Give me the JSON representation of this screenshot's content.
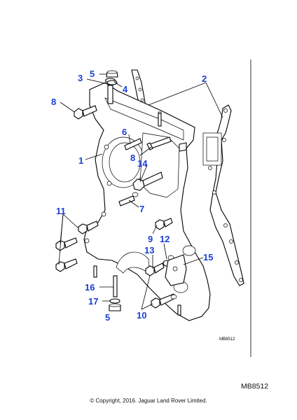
{
  "figure": {
    "drawing_code": "MB8512",
    "reference_code": "MB8512",
    "copyright": "© Copyright, 2016. Jaguar Land Rover Limited."
  },
  "callouts": {
    "c1": "1",
    "c2": "2",
    "c3": "3",
    "c4": "4",
    "c5a": "5",
    "c5b": "5",
    "c6": "6",
    "c7": "7",
    "c8a": "8",
    "c8b": "8",
    "c9": "9",
    "c10": "10",
    "c11": "11",
    "c12": "12",
    "c13": "13",
    "c14": "14",
    "c15": "15",
    "c16": "16",
    "c17": "17"
  },
  "colors": {
    "callout": "#1a3fd6",
    "line": "#000000",
    "background": "#ffffff"
  }
}
